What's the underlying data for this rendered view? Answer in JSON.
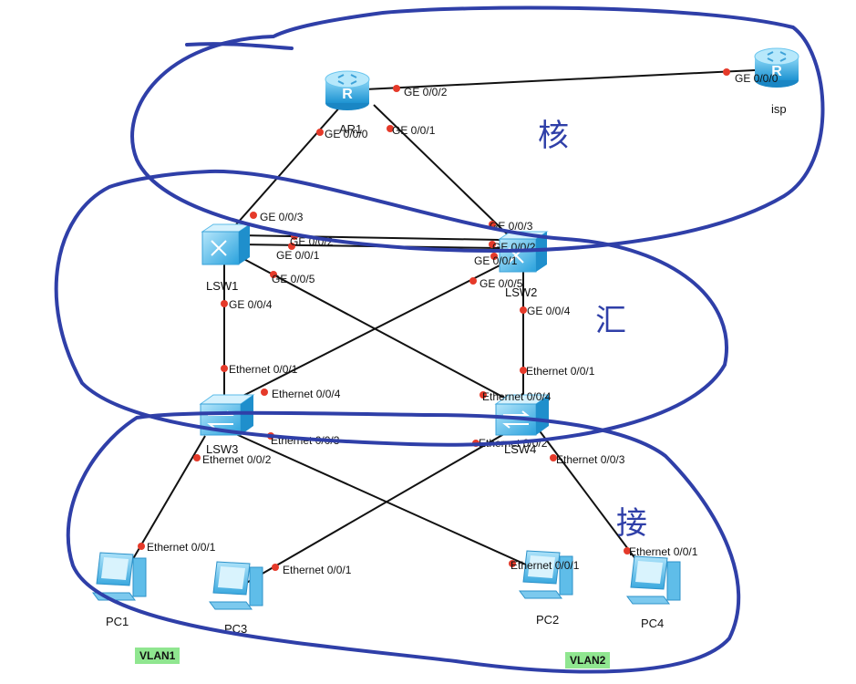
{
  "devices": {
    "ar1": "AR1",
    "isp": "isp",
    "lsw1": "LSW1",
    "lsw2": "LSW2",
    "lsw3": "LSW3",
    "lsw4": "LSW4",
    "pc1": "PC1",
    "pc2": "PC2",
    "pc3": "PC3",
    "pc4": "PC4"
  },
  "ports": {
    "ar1_isp": "GE 0/0/2",
    "isp_ar1": "GE 0/0/0",
    "ar1_lsw1": "GE 0/0/0",
    "ar1_lsw2": "GE 0/0/1",
    "lsw1_ar1": "GE 0/0/3",
    "lsw2_ar1": "GE 0/0/3",
    "lsw1_lsw2_a": "GE 0/0/2",
    "lsw1_lsw2_b": "GE 0/0/1",
    "lsw2_lsw1_a": "GE 0/0/2",
    "lsw2_lsw1_b": "GE 0/0/1",
    "lsw1_lsw4": "GE 0/0/5",
    "lsw2_lsw3": "GE 0/0/5",
    "lsw1_lsw3": "GE 0/0/4",
    "lsw2_lsw4": "GE 0/0/4",
    "lsw3_lsw1": "Ethernet 0/0/1",
    "lsw3_lsw2": "Ethernet 0/0/4",
    "lsw4_lsw2": "Ethernet 0/0/1",
    "lsw4_lsw1": "Ethernet 0/0/4",
    "lsw3_pc1": "Ethernet 0/0/2",
    "lsw3_pc2": "Ethernet 0/0/3",
    "lsw4_pc4": "Ethernet 0/0/3",
    "lsw4_pc3": "Ethernet 0/0/2",
    "pc1_port": "Ethernet 0/0/1",
    "pc3_port": "Ethernet 0/0/1",
    "pc2_port": "Ethernet 0/0/1",
    "pc4_port": "Ethernet 0/0/1"
  },
  "vlans": {
    "vlan1": "VLAN1",
    "vlan2": "VLAN2"
  },
  "annotations": {
    "core": "核",
    "aggregation": "汇",
    "access": "接"
  },
  "colors": {
    "link": "#111111",
    "port_dot": "#e53a2a",
    "hand_ink": "#2f3fa8",
    "device_blue": "#45b6ea",
    "vlan_bg": "#90e690"
  }
}
